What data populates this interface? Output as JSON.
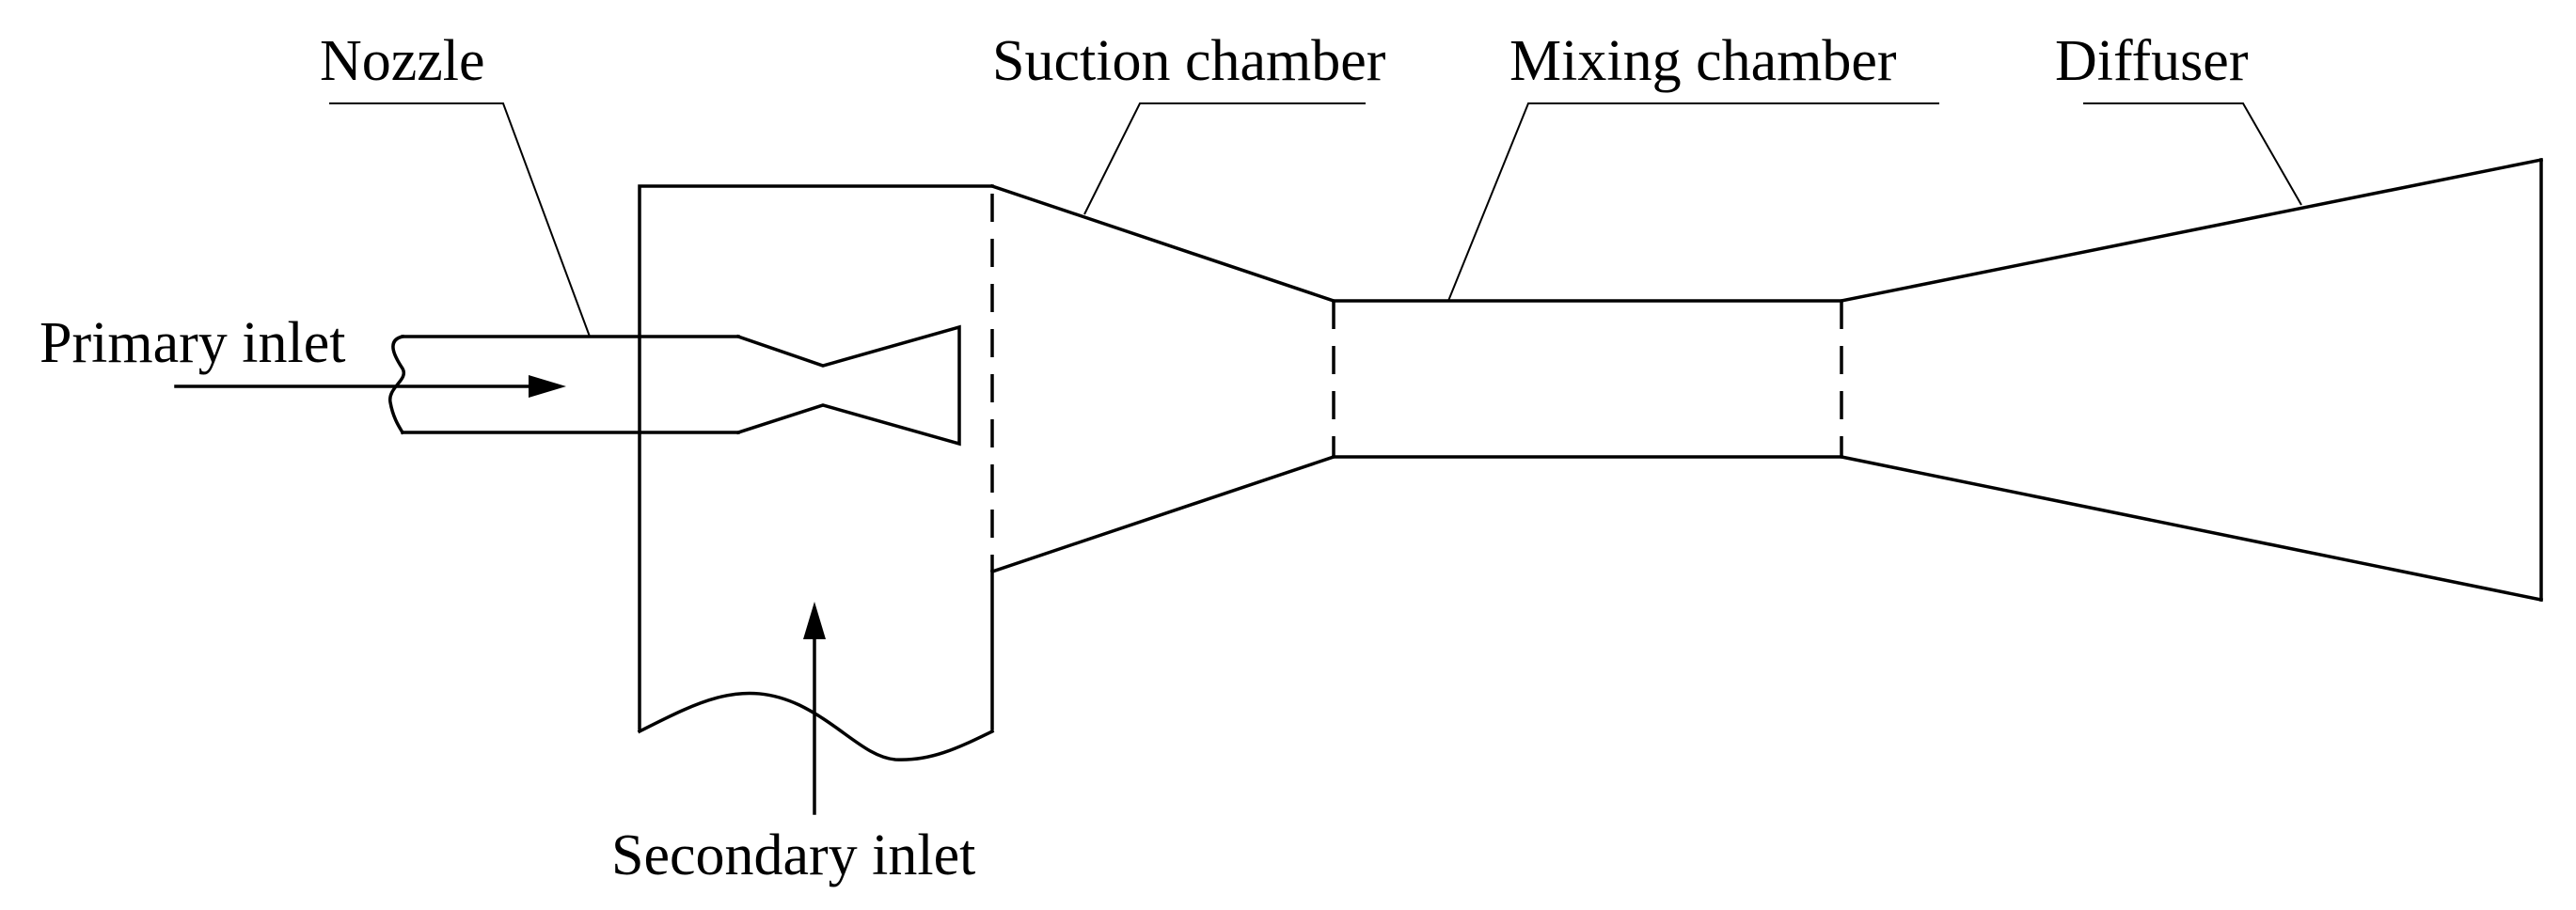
{
  "labels": {
    "nozzle": "Nozzle",
    "suction_chamber": "Suction chamber",
    "mixing_chamber": "Mixing chamber",
    "diffuser": "Diffuser",
    "primary_inlet": "Primary inlet",
    "secondary_inlet": "Secondary inlet"
  }
}
